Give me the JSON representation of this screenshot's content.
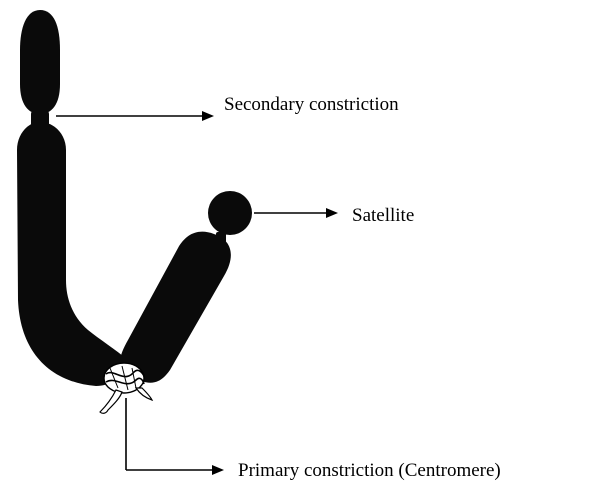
{
  "diagram": {
    "labels": {
      "secondary_constriction": "Secondary constriction",
      "satellite": "Satellite",
      "primary_constriction": "Primary constriction (Centromere)"
    },
    "colors": {
      "chromosome": "#0a0a0a",
      "line": "#000000",
      "background": "#ffffff"
    }
  }
}
